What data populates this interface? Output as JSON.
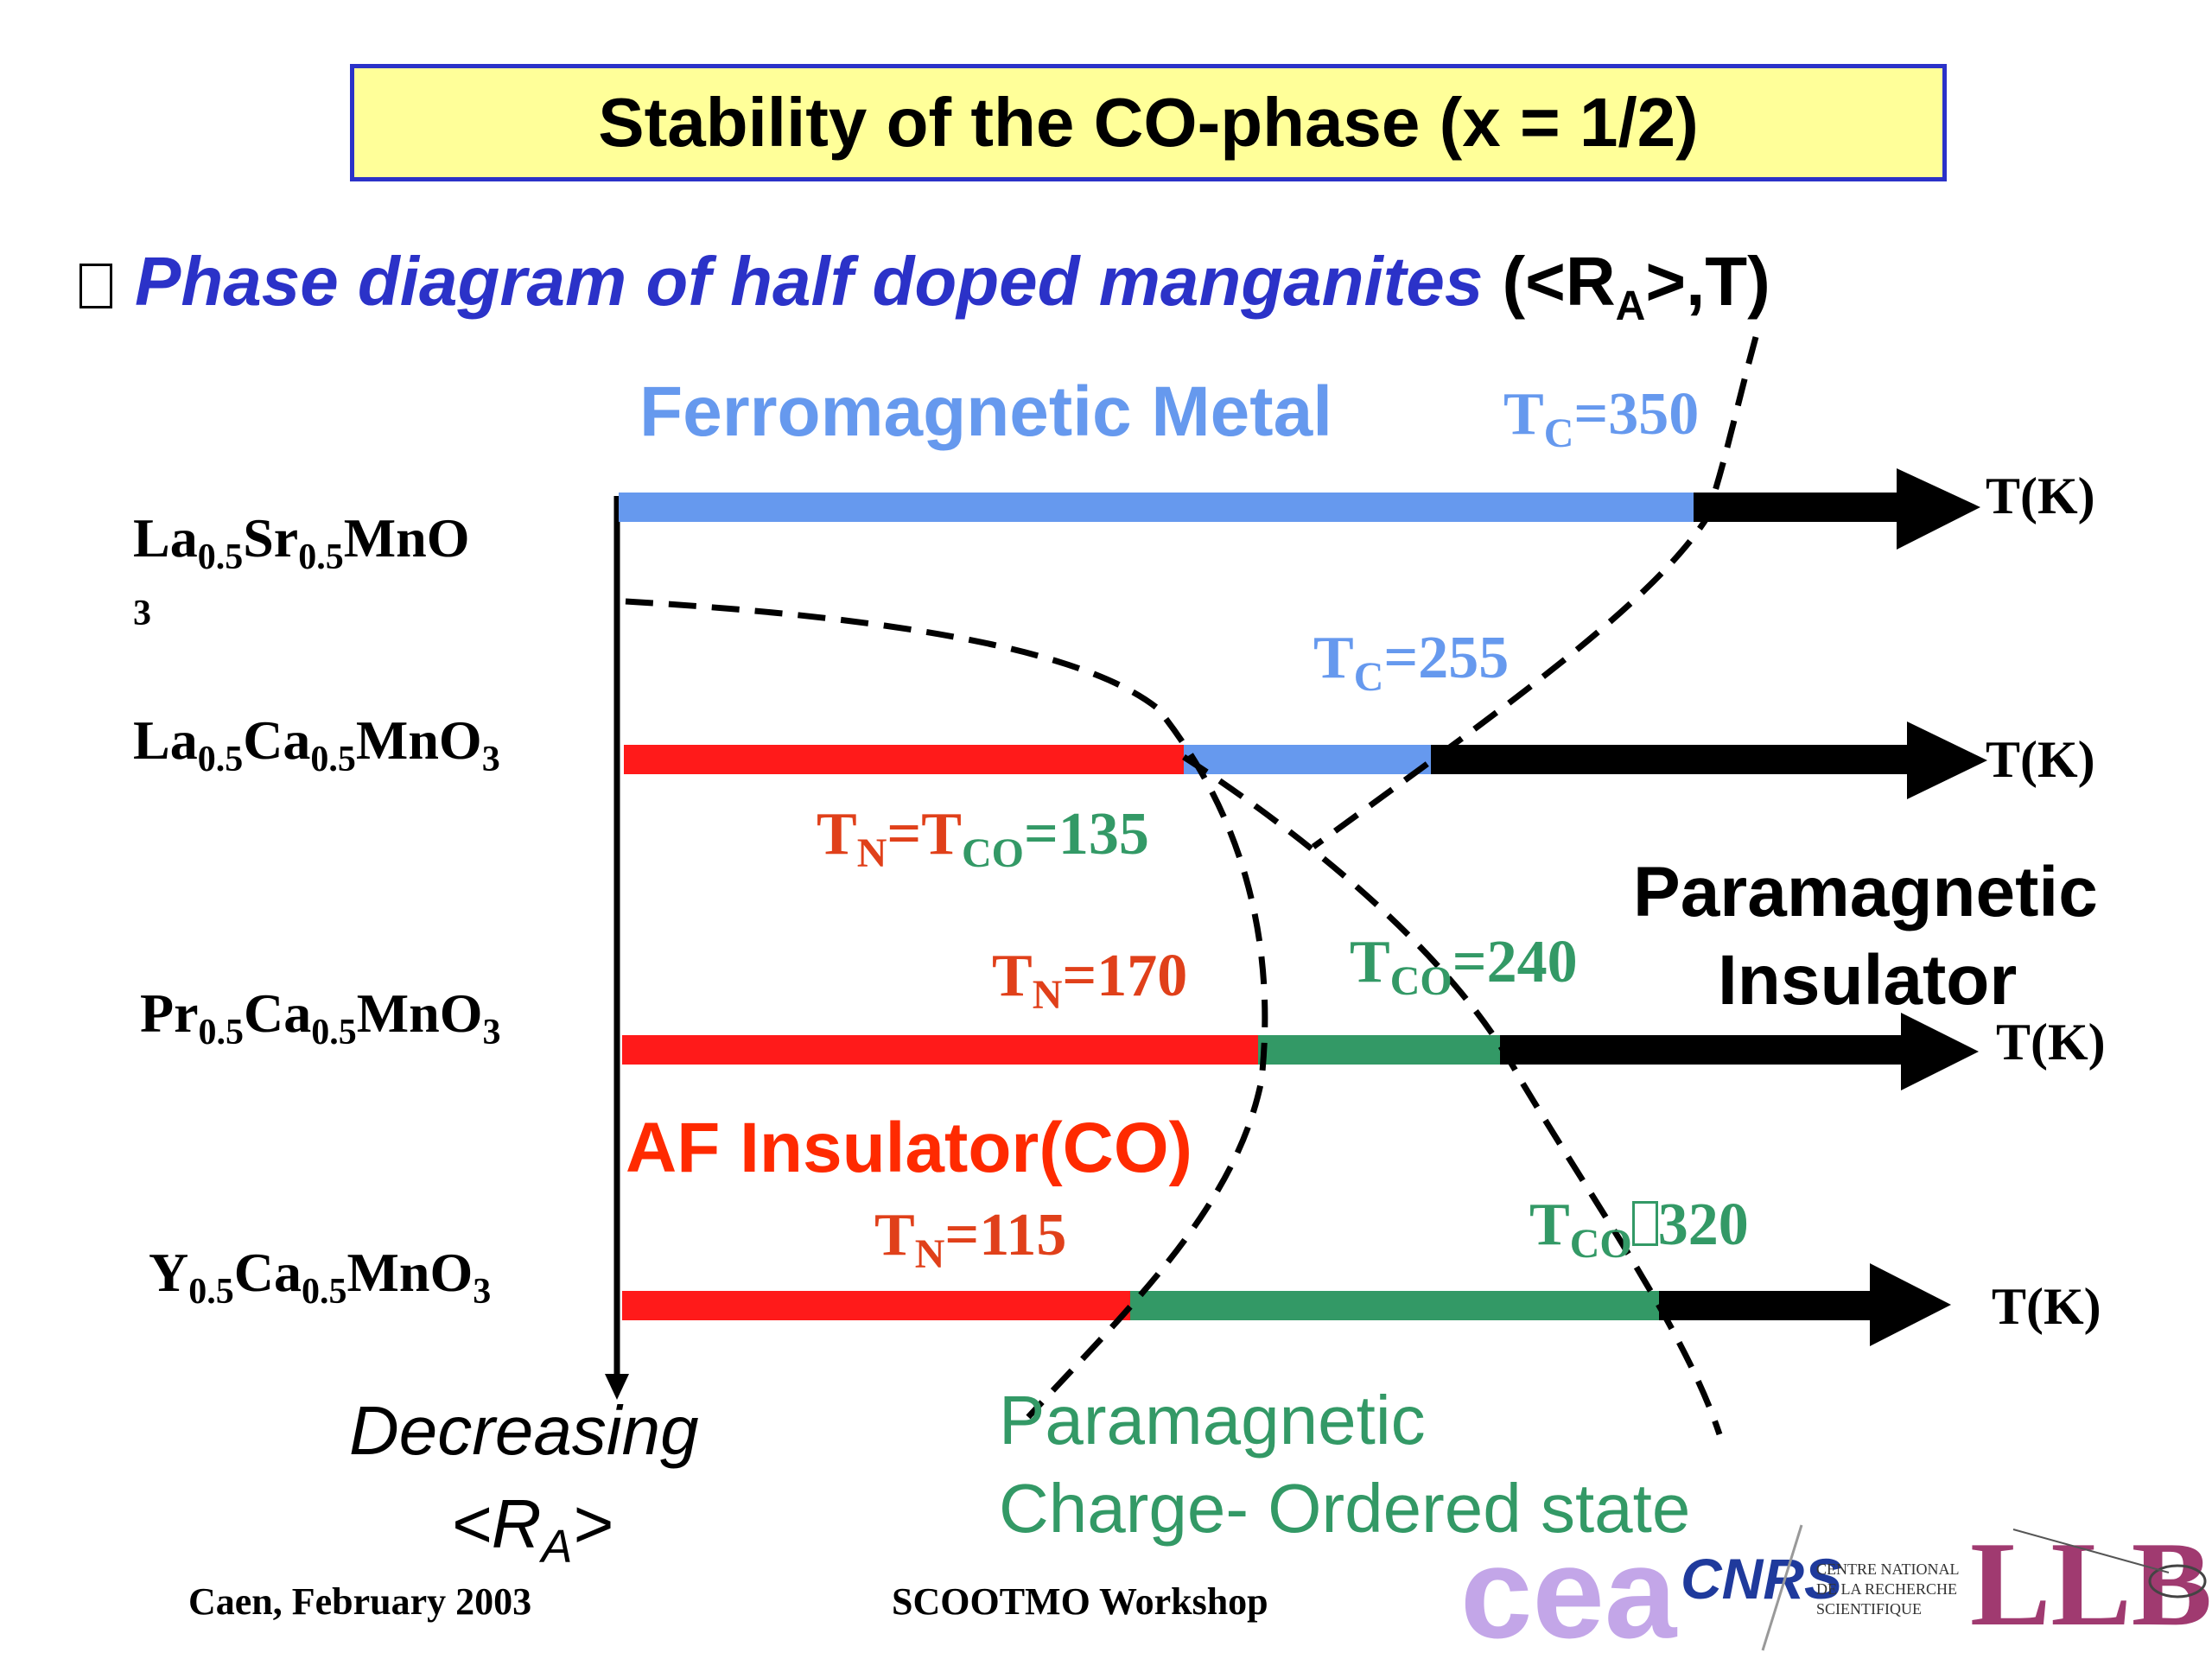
{
  "title": "Stability of the CO-phase (x = 1/2)",
  "subtitle": {
    "bullet": "",
    "italic_text": "Phase diagram of half doped manganites",
    "tail_open": " (<R",
    "tail_sub": "A",
    "tail_close": ">,T)"
  },
  "axis": {
    "t_label": "T(K)",
    "decreasing_label": "Decreasing",
    "ra_main": "<R",
    "ra_sub": "A",
    "ra_close": ">"
  },
  "compounds": [
    {
      "el1": "La",
      "s1": "0.5",
      "el2": "Sr",
      "s2": "0.5",
      "el3": "MnO",
      "s3": "3"
    },
    {
      "el1": "La",
      "s1": "0.5",
      "el2": "Ca",
      "s2": "0.5",
      "el3": "MnO",
      "s3": "3"
    },
    {
      "el1": "Pr",
      "s1": "0.5",
      "el2": "Ca",
      "s2": "0.5",
      "el3": "MnO",
      "s3": "3"
    },
    {
      "el1": "Y",
      "s1": "0.5",
      "el2": "Ca",
      "s2": "0.5",
      "el3": "MnO",
      "s3": "3"
    }
  ],
  "values": {
    "tc350": {
      "a": "T",
      "sub": "C",
      "b": "=350"
    },
    "tc255": {
      "a": "T",
      "sub": "C",
      "b": "=255"
    },
    "tn_tco135": {
      "a": "T",
      "sub1": "N",
      "mid": "=T",
      "sub2": "CO",
      "b": "=135"
    },
    "tn170": {
      "a": "T",
      "sub": "N",
      "b": "=170"
    },
    "tco240": {
      "a": "T",
      "sub": "CO",
      "b": "=240"
    },
    "tn115": {
      "a": "T",
      "sub": "N",
      "b": "=115"
    },
    "tco320": {
      "a": "T",
      "sub": "CO",
      "b": "320"
    }
  },
  "regions": {
    "fm": "Ferromagnetic Metal",
    "pi_line1": "Paramagnetic",
    "pi_line2": "Insulator",
    "af": "AF Insulator(CO)",
    "pco_line1": "Paramagnetic",
    "pco_line2": "Charge- Ordered state"
  },
  "footer": {
    "left": "Caen, February 2003",
    "center": "SCOOTMO Workshop"
  },
  "logos": {
    "cea": "cea",
    "cnrs": "CNRS",
    "cnrs_text1": "CENTRE NATIONAL",
    "cnrs_text2": "DE LA RECHERCHE",
    "cnrs_text3": "SCIENTIFIQUE",
    "llb": "LLB"
  },
  "colors": {
    "fm_blue": "#6699ee",
    "af_red": "#ff1a1a",
    "co_green": "#339966",
    "title_bg": "#ffff99",
    "title_border": "#2b32c8",
    "label_red": "#e0401a",
    "label_green": "#339966"
  }
}
